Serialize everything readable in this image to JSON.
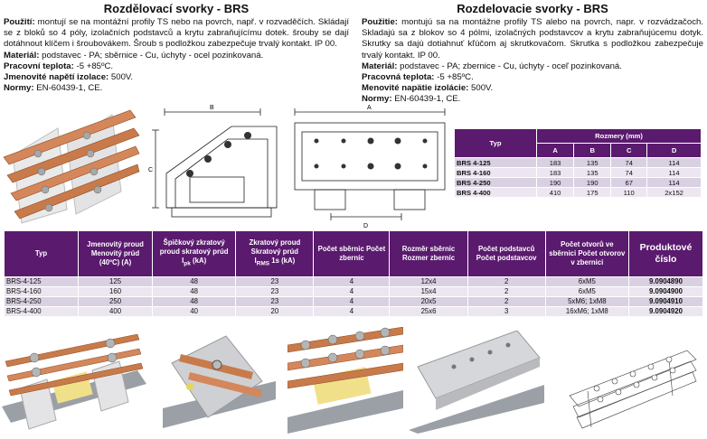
{
  "cz": {
    "title": "Rozdělovací svorky - BRS",
    "use_label": "Použití:",
    "use_text": "montují se na montážní profily TS nebo na povrch, např. v rozvaděčích. Skládají se z bloků so 4 póly, izolačních podstavců a krytu zabraňujícímu dotek. šrouby se dají dotáhnout klíčem i šroubovákem. Šroub s podložkou zabezpečuje trvalý kontakt. IP 00.",
    "material_label": "Materiál:",
    "material_text": "podstavec - PA; sběrnice - Cu, úchyty - ocel pozinkovaná.",
    "temp_label": "Pracovní teplota:",
    "temp_text": "-5 +85ºC.",
    "voltage_label": "Jmenovité napětí izolace:",
    "voltage_text": "500V.",
    "norms_label": "Normy:",
    "norms_text": "EN-60439-1, CE."
  },
  "sk": {
    "title": "Rozdelovacie svorky - BRS",
    "use_label": "Použitie:",
    "use_text": "montujú sa na montážne profily TS alebo na povrch, napr. v rozvádzačoch. Skladajú sa z blokov so 4 pólmi, izolačných podstavcov a krytu zabraňujúcemu dotyk. Skrutky sa dajú dotiahnuť kľúčom aj skrutkovačom. Skrutka s podložkou zabezpečuje trvalý kontakt. IP 00.",
    "material_label": "Materiál:",
    "material_text": "podstavec - PA; zbernice - Cu, úchyty - oceľ pozinkovaná.",
    "temp_label": "Pracovná teplota:",
    "temp_text": "-5 +85ºC.",
    "voltage_label": "Menovité napätie izolácie:",
    "voltage_text": "500V.",
    "norms_label": "Normy:",
    "norms_text": "EN-60439-1, CE."
  },
  "drawing": {
    "label_a": "A",
    "label_b": "B",
    "label_c": "C",
    "label_d": "D"
  },
  "dims_table": {
    "typ": "Typ",
    "group": "Rozmery (mm)",
    "cols": [
      "A",
      "B",
      "C",
      "D"
    ],
    "rows": [
      {
        "type": "BRS 4-125",
        "a": "183",
        "b": "135",
        "c": "74",
        "d": "114"
      },
      {
        "type": "BRS 4-160",
        "a": "183",
        "b": "135",
        "c": "74",
        "d": "114"
      },
      {
        "type": "BRS 4-250",
        "a": "190",
        "b": "190",
        "c": "67",
        "d": "114"
      },
      {
        "type": "BRS 4-400",
        "a": "410",
        "b": "175",
        "c": "110",
        "d": "2x152"
      }
    ]
  },
  "main_table": {
    "h_typ": "Typ",
    "h_current": "Jmenovitý proud Menovitý prúd (40ºC) (A)",
    "h_peak": "Špičkový zkratový proud skratový prúd",
    "h_peak_sym": "I",
    "h_peak_sub": "pk",
    "h_peak_unit": "(kA)",
    "h_short": "Zkratový proud Skratový prúd",
    "h_short_sym": "I",
    "h_short_sub": "RMS",
    "h_short_unit": "1s (kA)",
    "h_bars": "Počet sběrnic Počet zberníc",
    "h_size": "Rozměr sběrnic Rozmer zberníc",
    "h_bases": "Počet podstavců Počet podstavcov",
    "h_holes": "Počet otvorů ve sběrnici Počet otvorov v zbernici",
    "h_code": "Produktové číslo",
    "rows": [
      {
        "type": "BRS-4-125",
        "current": "125",
        "peak": "48",
        "short": "23",
        "bars": "4",
        "size": "12x4",
        "bases": "2",
        "holes": "6xM5",
        "code": "9.0904890"
      },
      {
        "type": "BRS-4-160",
        "current": "160",
        "peak": "48",
        "short": "23",
        "bars": "4",
        "size": "15x4",
        "bases": "2",
        "holes": "6xM5",
        "code": "9.0904900"
      },
      {
        "type": "BRS-4-250",
        "current": "250",
        "peak": "48",
        "short": "23",
        "bars": "4",
        "size": "20x5",
        "bases": "2",
        "holes": "5xM6; 1xM8",
        "code": "9.0904910"
      },
      {
        "type": "BRS-4-400",
        "current": "400",
        "peak": "40",
        "short": "20",
        "bars": "4",
        "size": "25x6",
        "bases": "3",
        "holes": "16xM6; 1xM8",
        "code": "9.0904920"
      }
    ]
  },
  "colors": {
    "header": "#5a1a6e",
    "row_a": "#d9d0e2",
    "row_b": "#ece6f1",
    "copper": "#c87a4a",
    "rail": "#9aa0a6"
  }
}
